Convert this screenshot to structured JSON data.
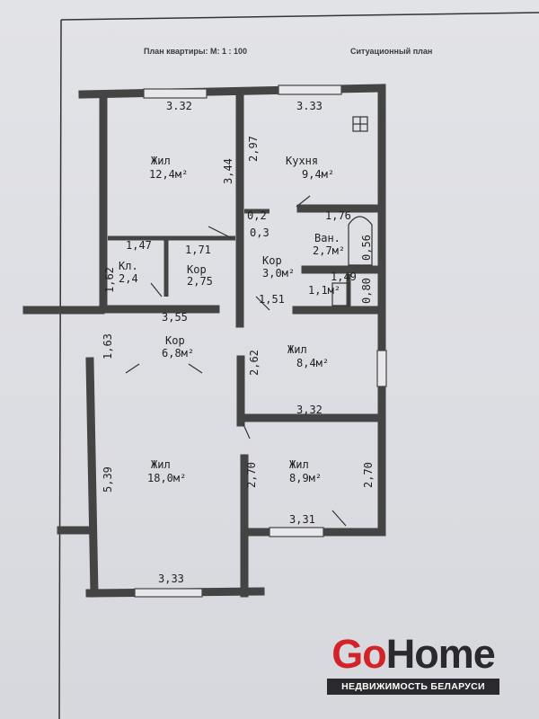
{
  "header": {
    "plan_title": "План квартиры: М: 1 : 100",
    "situation_title": "Ситуационный план"
  },
  "rooms": {
    "bedroom_top": {
      "name": "Жил",
      "area": "12,4м²"
    },
    "kitchen": {
      "name": "Кухня",
      "area": "9,4м²"
    },
    "bathroom": {
      "name": "Ван.",
      "area": "2,7м²"
    },
    "closet": {
      "name": "Кл.",
      "area": "2,4"
    },
    "corridor_small": {
      "name": "Кор",
      "area": "2,75"
    },
    "corridor_mid": {
      "name": "Кор",
      "area": "3,0м²"
    },
    "toilet": {
      "area": "1,1м²"
    },
    "corridor_main": {
      "name": "Кор",
      "area": "6,8м²"
    },
    "bedroom_mid": {
      "name": "Жил",
      "area": "8,4м²"
    },
    "living_big": {
      "name": "Жил",
      "area": "18,0м²"
    },
    "bedroom_small": {
      "name": "Жил",
      "area": "8,9м²"
    }
  },
  "dimensions": {
    "top_left": "3.32",
    "top_right": "3.33",
    "bedroom_h": "3,44",
    "kitchen_h": "2,97",
    "niche_a": "0,2",
    "niche_b": "0,3",
    "bath_w": "1,76",
    "bath_h": "0,56",
    "closet_w": "1,47",
    "corr_w": "1,71",
    "closet_h": "1,62",
    "toilet_w": "1,49",
    "toilet_h": "0,80",
    "corr_mid_w": "1,51",
    "corr_main_w": "3,55",
    "corr_main_h": "1,63",
    "bedroom_mid_h": "2,62",
    "bedroom_mid_w": "3,32",
    "living_h": "5,39",
    "living_inner_h": "2,70",
    "bedroom_small_h": "2,70",
    "bedroom_small_w": "3,31",
    "living_w": "3,33"
  },
  "logo": {
    "brand_go": "Go",
    "brand_home": "Home",
    "tagline": "НЕДВИЖИМОСТЬ БЕЛАРУСИ"
  }
}
